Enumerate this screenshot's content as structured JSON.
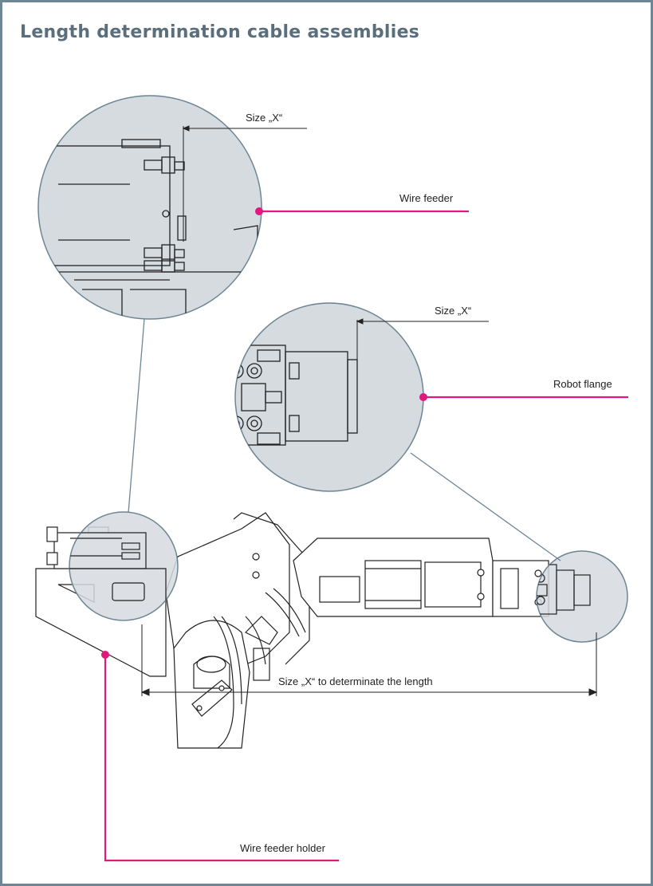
{
  "title": "Length determination cable assemblies",
  "labels": {
    "size_x_top": "Size „X“",
    "wire_feeder": "Wire feeder",
    "size_x_middle": "Size „X“",
    "robot_flange": "Robot flange",
    "size_x_length": "Size „X“ to determinate the length",
    "wire_feeder_holder": "Wire feeder holder"
  },
  "colors": {
    "accent": "#e0197d",
    "title": "#5a6e7c",
    "frame": "#6e8594",
    "magnifier_fill": "#d6dbdf",
    "line": "#222222"
  }
}
